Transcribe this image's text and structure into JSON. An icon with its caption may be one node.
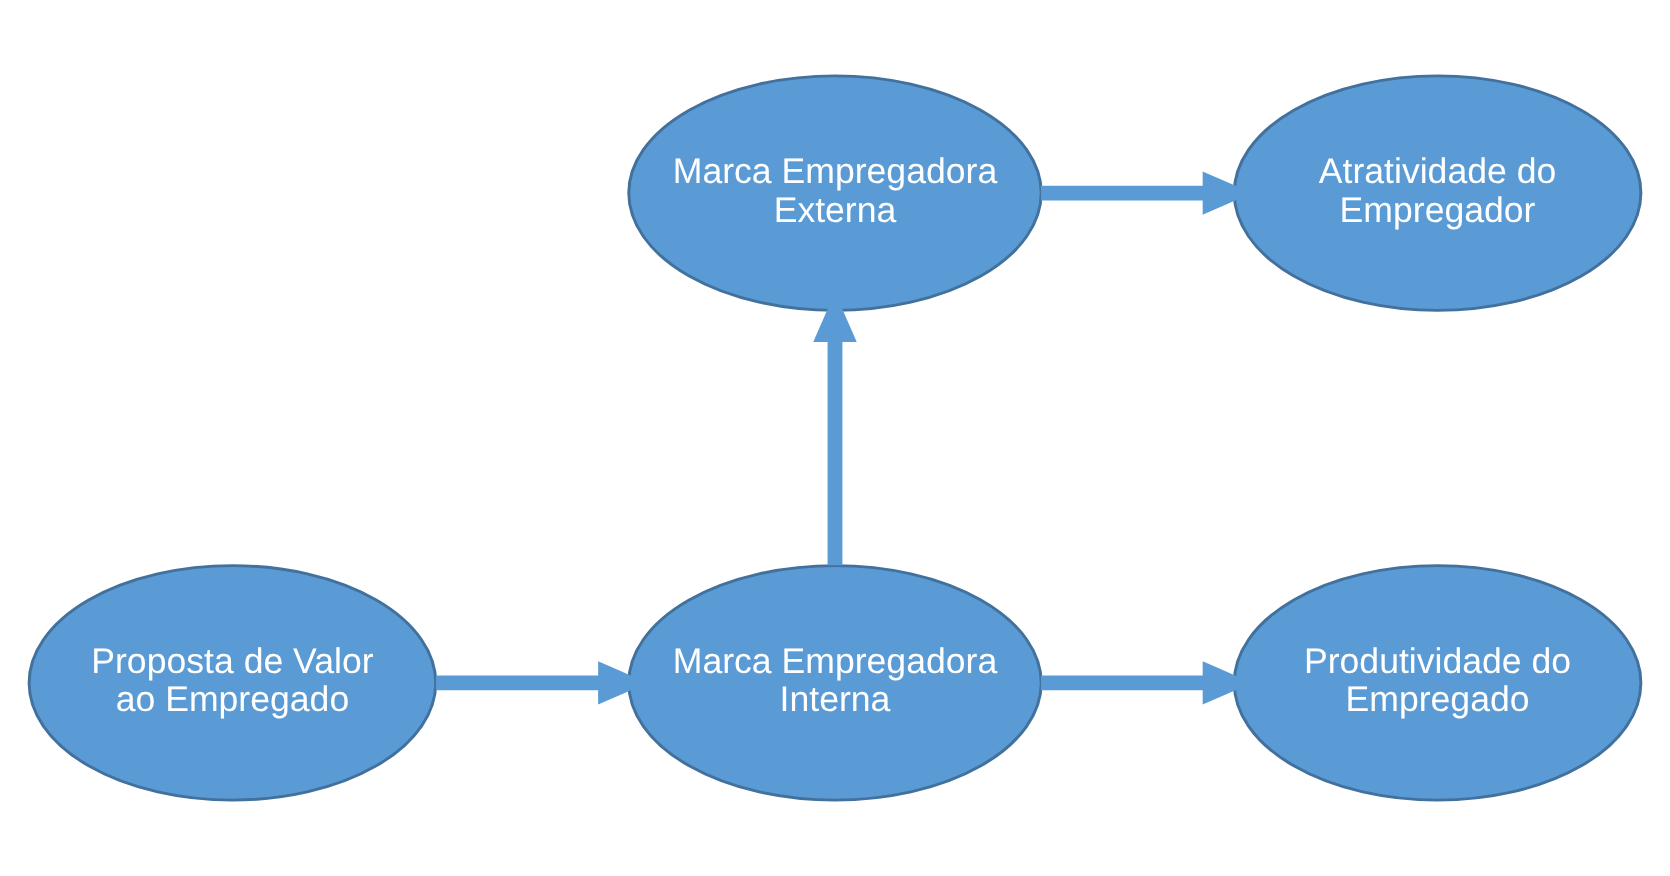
{
  "diagram": {
    "nodes": [
      {
        "text": [
          "Marca Empregadora Externa"
        ]
      },
      {
        "text": [
          "Atratividade do Empregador"
        ]
      },
      {
        "text": [
          "Proposta de Valor ao Empregado"
        ]
      },
      {
        "text": [
          "Marca Empregadora Interna"
        ]
      },
      {
        "text": [
          "Produtividade do Empregado"
        ]
      }
    ],
    "edges": [
      {
        "from": 2,
        "to": 3,
        "arrow": "to"
      },
      {
        "from": 3,
        "to": 4,
        "arrow": "to"
      },
      {
        "from": 3,
        "to": 0,
        "arrow": "to"
      },
      {
        "from": 0,
        "to": 1,
        "arrow": "to"
      }
    ]
  }
}
